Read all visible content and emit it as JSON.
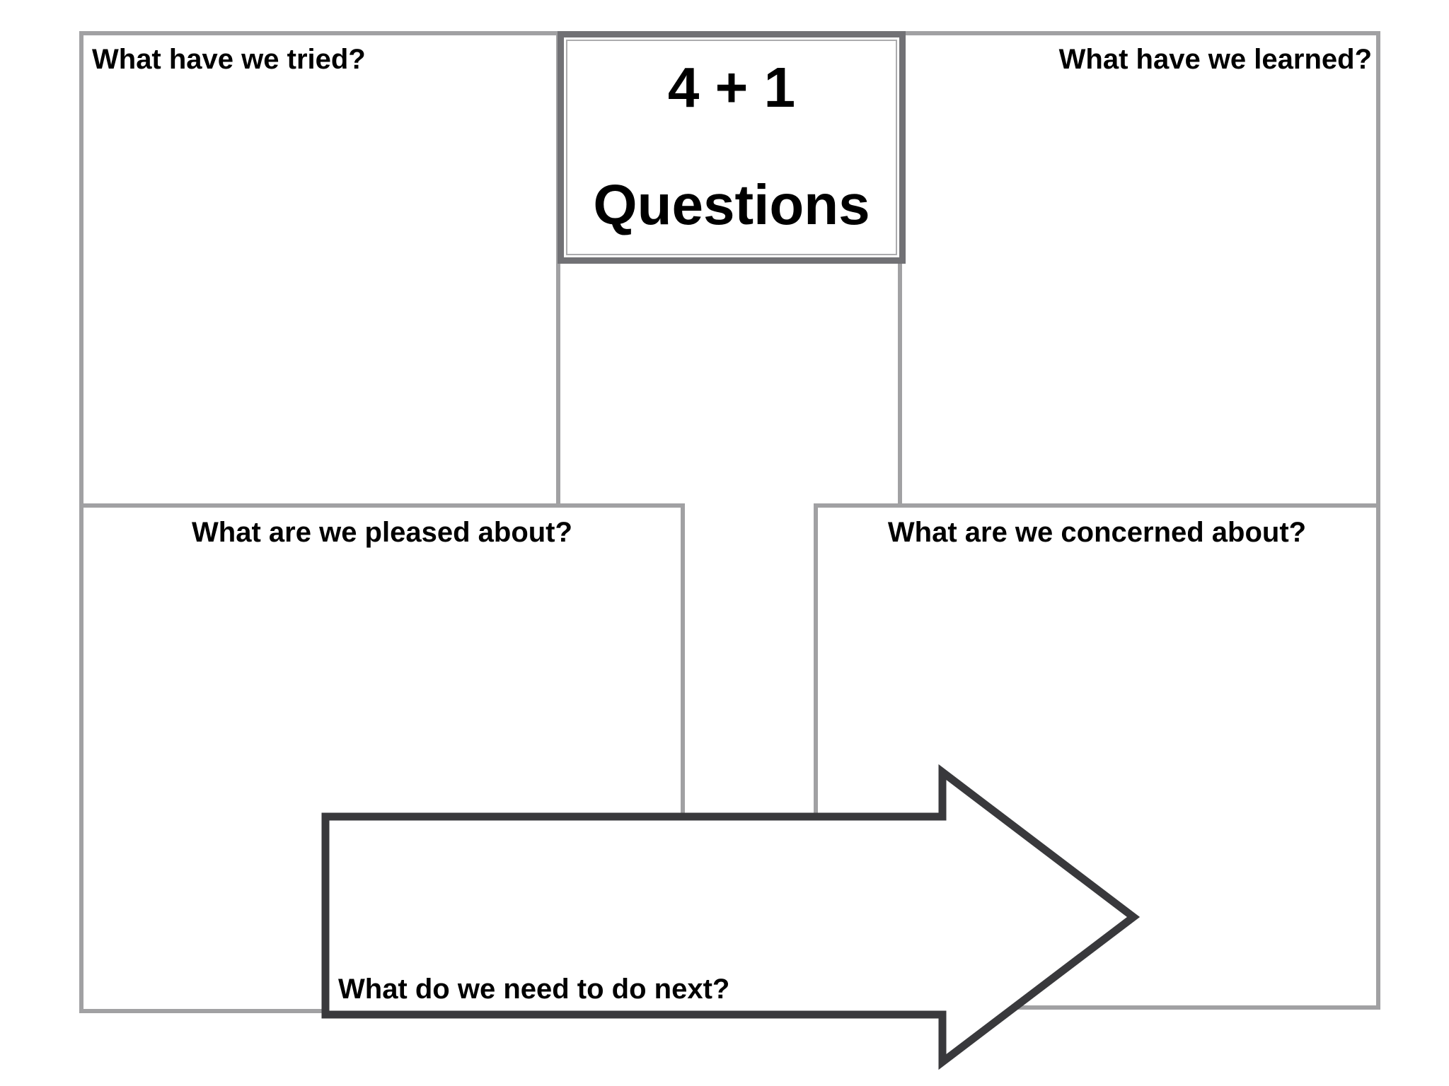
{
  "title": {
    "line1": "4 + 1",
    "line2": "Questions"
  },
  "quadrants": {
    "top_left": {
      "label": "What have we tried?"
    },
    "top_right": {
      "label": "What have we learned?"
    },
    "bottom_left": {
      "label": "What are we pleased about?"
    },
    "bottom_right": {
      "label": "What are we concerned about?"
    }
  },
  "arrow": {
    "label": "What do we need to do next?"
  },
  "colors": {
    "background": "#ffffff",
    "quadrant_border": "#a1a1a3",
    "title_border_outer": "#717175",
    "title_border_inner": "#ababad",
    "arrow_stroke": "#39393c",
    "text": "#000000"
  }
}
